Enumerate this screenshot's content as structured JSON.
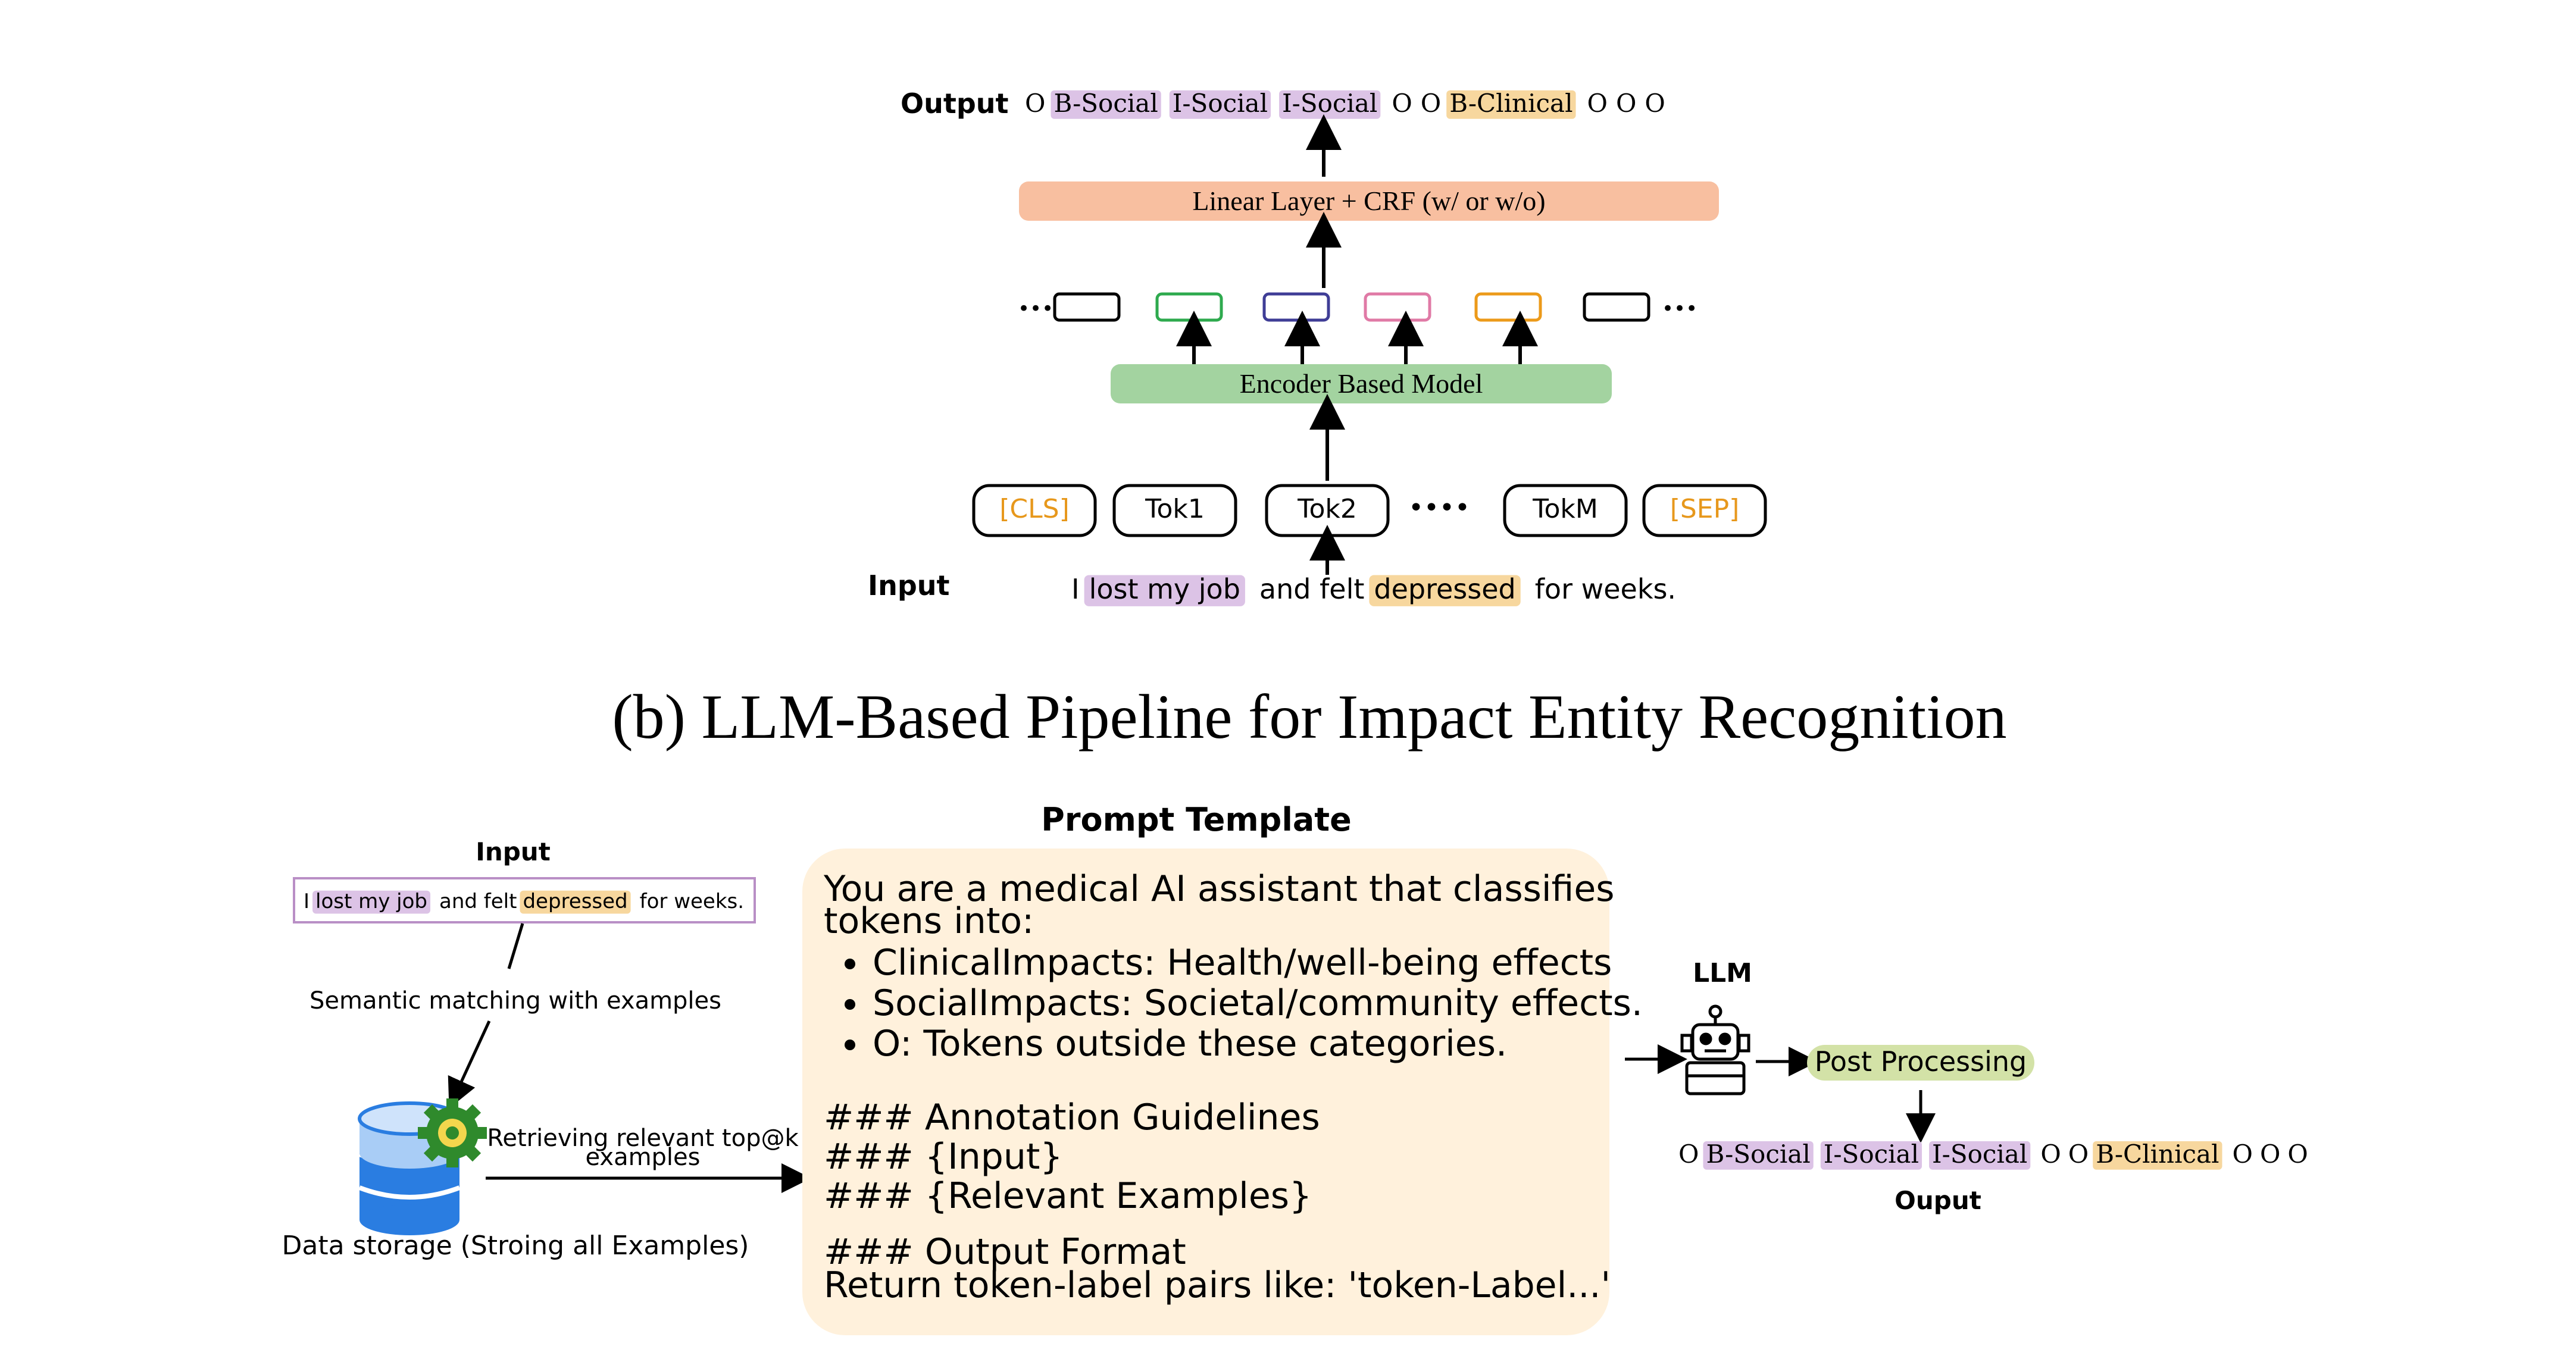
{
  "top": {
    "output_label": "Output",
    "input_label": "Input",
    "output_tags": [
      {
        "text": "O",
        "tag": "none"
      },
      {
        "text": "B-Social",
        "tag": "social"
      },
      {
        "text": "I-Social",
        "tag": "social"
      },
      {
        "text": "I-Social",
        "tag": "social"
      },
      {
        "text": "O",
        "tag": "none"
      },
      {
        "text": "O",
        "tag": "none"
      },
      {
        "text": "B-Clinical",
        "tag": "clinical"
      },
      {
        "text": "O",
        "tag": "none"
      },
      {
        "text": "O",
        "tag": "none"
      },
      {
        "text": "O",
        "tag": "none"
      }
    ],
    "linear_layer": "Linear Layer + CRF (w/ or w/o)",
    "encoder": "Encoder Based Model",
    "ellipsis_small": "•••",
    "ellipsis_tokens": "••••",
    "tokens": [
      "[CLS]",
      "Tok1",
      "Tok2",
      "TokM",
      "[SEP]"
    ],
    "embedding_colors": [
      "#000000",
      "#2eaa4e",
      "#3f3d96",
      "#e07aa6",
      "#ec9a1a",
      "#000000"
    ],
    "input_sentence": [
      {
        "text": "I",
        "tag": "none"
      },
      {
        "text": "lost my job",
        "tag": "social"
      },
      {
        "text": "and felt",
        "tag": "none"
      },
      {
        "text": "depressed",
        "tag": "clinical"
      },
      {
        "text": "for weeks.",
        "tag": "none"
      }
    ]
  },
  "section_title": "(b) LLM-Based Pipeline for Impact Entity Recognition",
  "bottom": {
    "input_label": "Input",
    "input_sentence": [
      {
        "text": "I",
        "tag": "none"
      },
      {
        "text": "lost my job",
        "tag": "social"
      },
      {
        "text": "and felt",
        "tag": "none"
      },
      {
        "text": "depressed",
        "tag": "clinical"
      },
      {
        "text": "for weeks.",
        "tag": "none"
      }
    ],
    "semantic_matching": "Semantic matching with examples",
    "retrieving_line1": "Retrieving relevant top@k",
    "retrieving_line2": "examples",
    "data_storage": "Data storage (Stroing all Examples)",
    "prompt_title": "Prompt Template",
    "prompt_line1": "You are a medical AI assistant that classifies",
    "prompt_line2": "tokens into:",
    "prompt_bullets": [
      "ClinicalImpacts: Health/well-being effects",
      "SocialImpacts: Societal/community effects.",
      "O: Tokens outside these categories."
    ],
    "guidelines": "### Annotation Guidelines",
    "input_placeholder": "### {Input}",
    "examples_placeholder": "### {Relevant Examples}",
    "output_format": "### Output Format",
    "return_line": "Return token-label pairs like: 'token-Label...'",
    "llm_label": "LLM",
    "post_processing": "Post Processing",
    "output_tags": [
      {
        "text": "O",
        "tag": "none"
      },
      {
        "text": "B-Social",
        "tag": "social"
      },
      {
        "text": "I-Social",
        "tag": "social"
      },
      {
        "text": "I-Social",
        "tag": "social"
      },
      {
        "text": "O",
        "tag": "none"
      },
      {
        "text": "O",
        "tag": "none"
      },
      {
        "text": "B-Clinical",
        "tag": "clinical"
      },
      {
        "text": "O",
        "tag": "none"
      },
      {
        "text": "O",
        "tag": "none"
      },
      {
        "text": "O",
        "tag": "none"
      }
    ],
    "output_label": "Ouput"
  },
  "colors": {
    "social": "#dcc3e6",
    "clinical": "#f7d79e",
    "linear": "#f8bfa0",
    "encoder": "#a3d3a0",
    "token_accent": "#e7981c",
    "prompt_bg": "#fff1dc",
    "post_bg": "#d3e2a7",
    "input_border": "#b98fc6",
    "db_blue": "#2a7de1",
    "db_light": "#a9cdf6",
    "gear": "#2f8a2c"
  }
}
